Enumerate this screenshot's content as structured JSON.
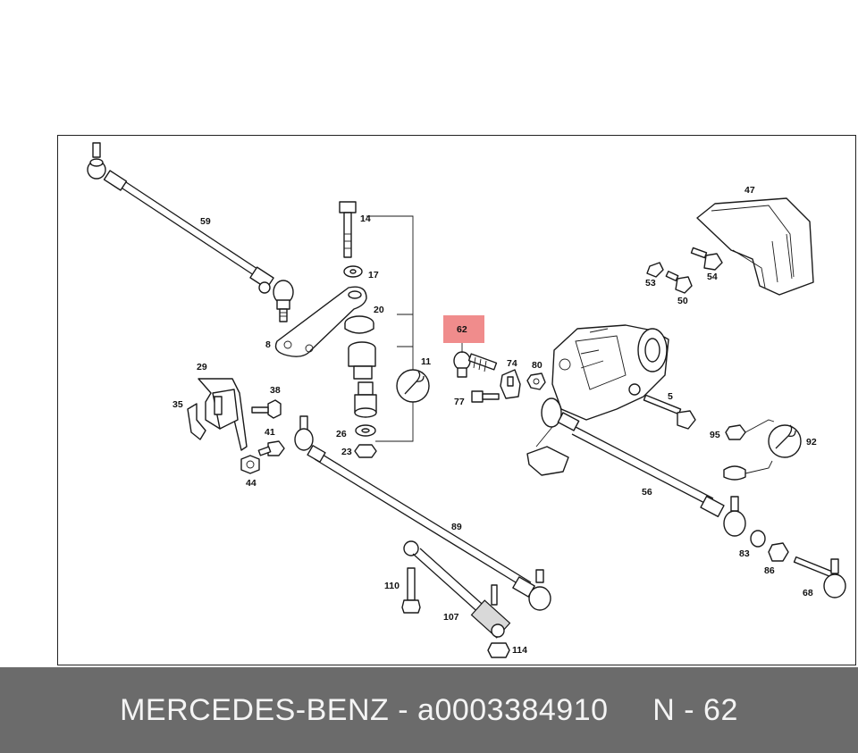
{
  "diagram": {
    "highlight_label": "62",
    "highlight_color": "#f08c8c",
    "labels": {
      "p59": "59",
      "p14": "14",
      "p17": "17",
      "p20": "20",
      "p8": "8",
      "p11": "11",
      "p62": "62",
      "p74": "74",
      "p80": "80",
      "p77": "77",
      "p29": "29",
      "p35": "35",
      "p38": "38",
      "p41": "41",
      "p44": "44",
      "p26": "26",
      "p23": "23",
      "p89": "89",
      "p110": "110",
      "p107": "107",
      "p114": "114",
      "p47": "47",
      "p53": "53",
      "p54": "54",
      "p50": "50",
      "p5": "5",
      "p95": "95",
      "p92": "92",
      "p56": "56",
      "p83": "83",
      "p86": "86",
      "p68": "68"
    }
  },
  "footer": {
    "brand": "MERCEDES-BENZ",
    "separator": " - ",
    "part_number": "a0003384910",
    "gap": "     ",
    "ref": "N - 62"
  }
}
